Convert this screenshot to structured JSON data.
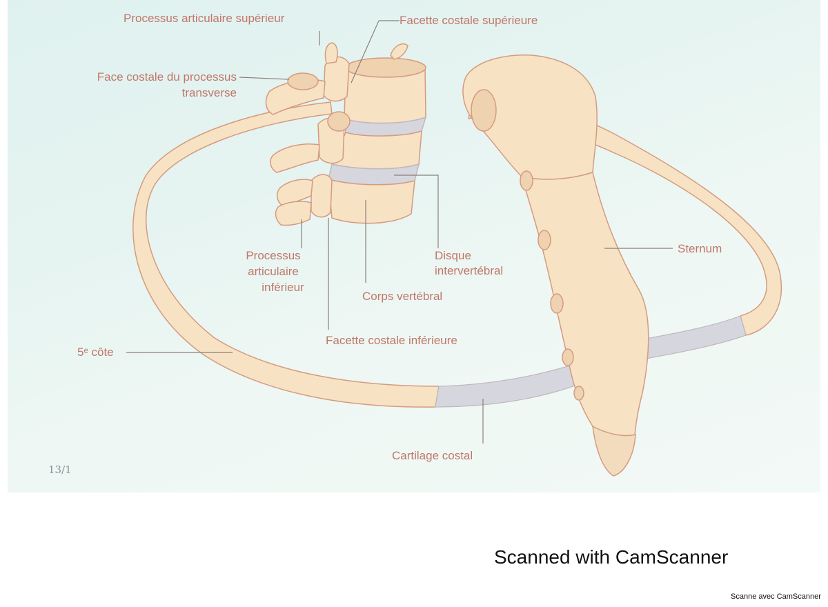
{
  "labels": {
    "proc_art_sup": "Processus articulaire supérieur",
    "facette_sup": "Facette costale supérieure",
    "face_costale_1": "Face costale du processus",
    "face_costale_2": "transverse",
    "sternum": "Sternum",
    "proc_art_inf_1": "Processus",
    "proc_art_inf_2": "articulaire",
    "proc_art_inf_3": "inférieur",
    "disque_1": "Disque",
    "disque_2": "intervertébral",
    "corps": "Corps vertébral",
    "facette_inf": "Facette costale inférieure",
    "cote": "5ᵉ côte",
    "cartilage": "Cartilage costal"
  },
  "slide": {
    "page_number": "13/1"
  },
  "footer": {
    "scanned": "Scanned with CamScanner",
    "scanned_fr": "Scanne avec CamScanner"
  },
  "colors": {
    "bone_fill": "#f7e2c4",
    "bone_stroke": "#d49b80",
    "cartilage": "#d6d6df",
    "label": "#c0776a",
    "leader": "#8c7f78"
  }
}
